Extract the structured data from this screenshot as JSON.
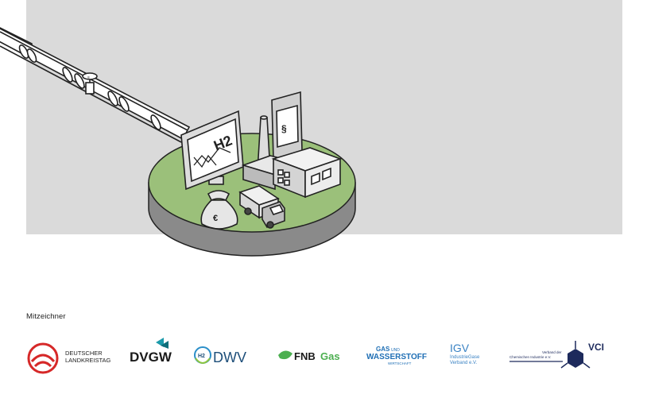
{
  "illustration": {
    "monitor_label": "H2",
    "sign_symbol": "§",
    "bag_symbol": "€"
  },
  "cosigners": {
    "label": "Mitzeichner",
    "logos": [
      {
        "id": "landkreistag",
        "line1": "DEUTSCHER",
        "line2": "LANDKREISTAG",
        "color": "#d62828"
      },
      {
        "id": "dvgw",
        "text": "DVGW",
        "color": "#1a1a1a",
        "accent": "#1b9aaa"
      },
      {
        "id": "dwv",
        "text": "DWV",
        "badge": "H2",
        "color": "#1e4f7a",
        "accent": "#2b8fc9"
      },
      {
        "id": "fnb",
        "text_a": "FNB",
        "text_b": "Gas",
        "color_a": "#1a1a1a",
        "color_b": "#4caf50"
      },
      {
        "id": "gaswasserstoff",
        "line1": "GAS",
        "line1b": "UND",
        "line2": "WASSERSTOFF",
        "line3": "WIRTSCHAFT",
        "color": "#1f6fb5"
      },
      {
        "id": "igv",
        "line1": "IGV",
        "line2": "IndustrieGase",
        "line3": "Verband e.V.",
        "color": "#3b83c4"
      },
      {
        "id": "vci",
        "line1": "Verband der",
        "line2": "Chemischen Industrie e.V.",
        "text": "VCI",
        "color": "#1d2a5c"
      }
    ]
  }
}
